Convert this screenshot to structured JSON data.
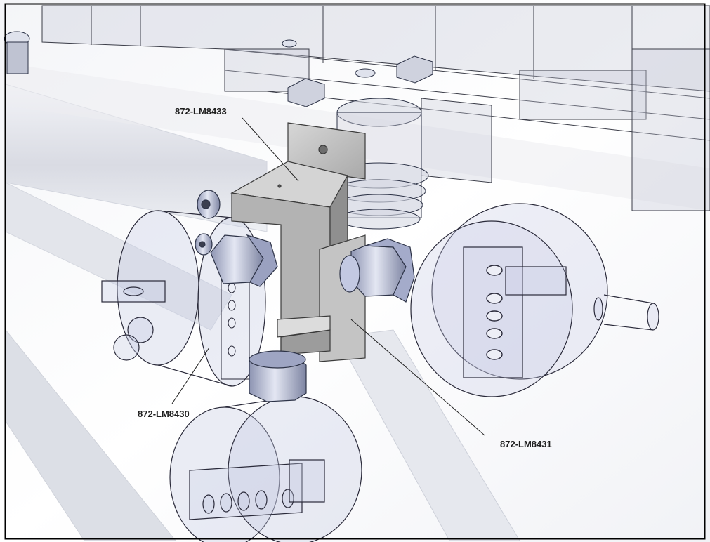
{
  "callouts": {
    "top": "872-LM8433",
    "left": "872-LM8430",
    "right": "872-LM8431"
  },
  "colors": {
    "background": "#ffffff",
    "surface_light": "#e9ebf0",
    "surface_shadow": "#c9ccd4",
    "ghost_fill": "#c7cbe3",
    "ghost_stroke": "#2a2a3a",
    "bracket_face": "#bfbfbf",
    "bracket_dark": "#8a8a8a",
    "bracket_edge": "#3a3a3a",
    "hardware": "#b9c0dc",
    "hardware_edge": "#2d3347",
    "frame_border": "#000000",
    "leader": "#1e1e1e"
  },
  "icons": {
    "nut": "hex-nut-icon",
    "bolt": "cap-screw-icon",
    "washer": "washer-icon"
  }
}
